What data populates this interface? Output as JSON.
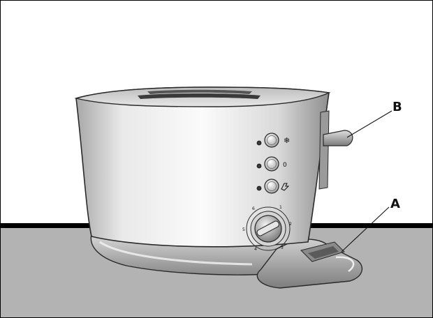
{
  "callouts": {
    "a": "A",
    "b": "B"
  },
  "dial_numbers": [
    "1",
    "2",
    "3",
    "4",
    "5",
    "6"
  ],
  "colors": {
    "background": "#ffffff",
    "floor": "#b3b3b3",
    "horizon_line": "#000000",
    "toaster_body_light": "#f4f4f4",
    "toaster_body_dark": "#9a9a9a",
    "outline": "#2a2a2a"
  },
  "icons": [
    "defrost-snowflake-icon",
    "zero-stop-icon",
    "reheat-icon"
  ]
}
